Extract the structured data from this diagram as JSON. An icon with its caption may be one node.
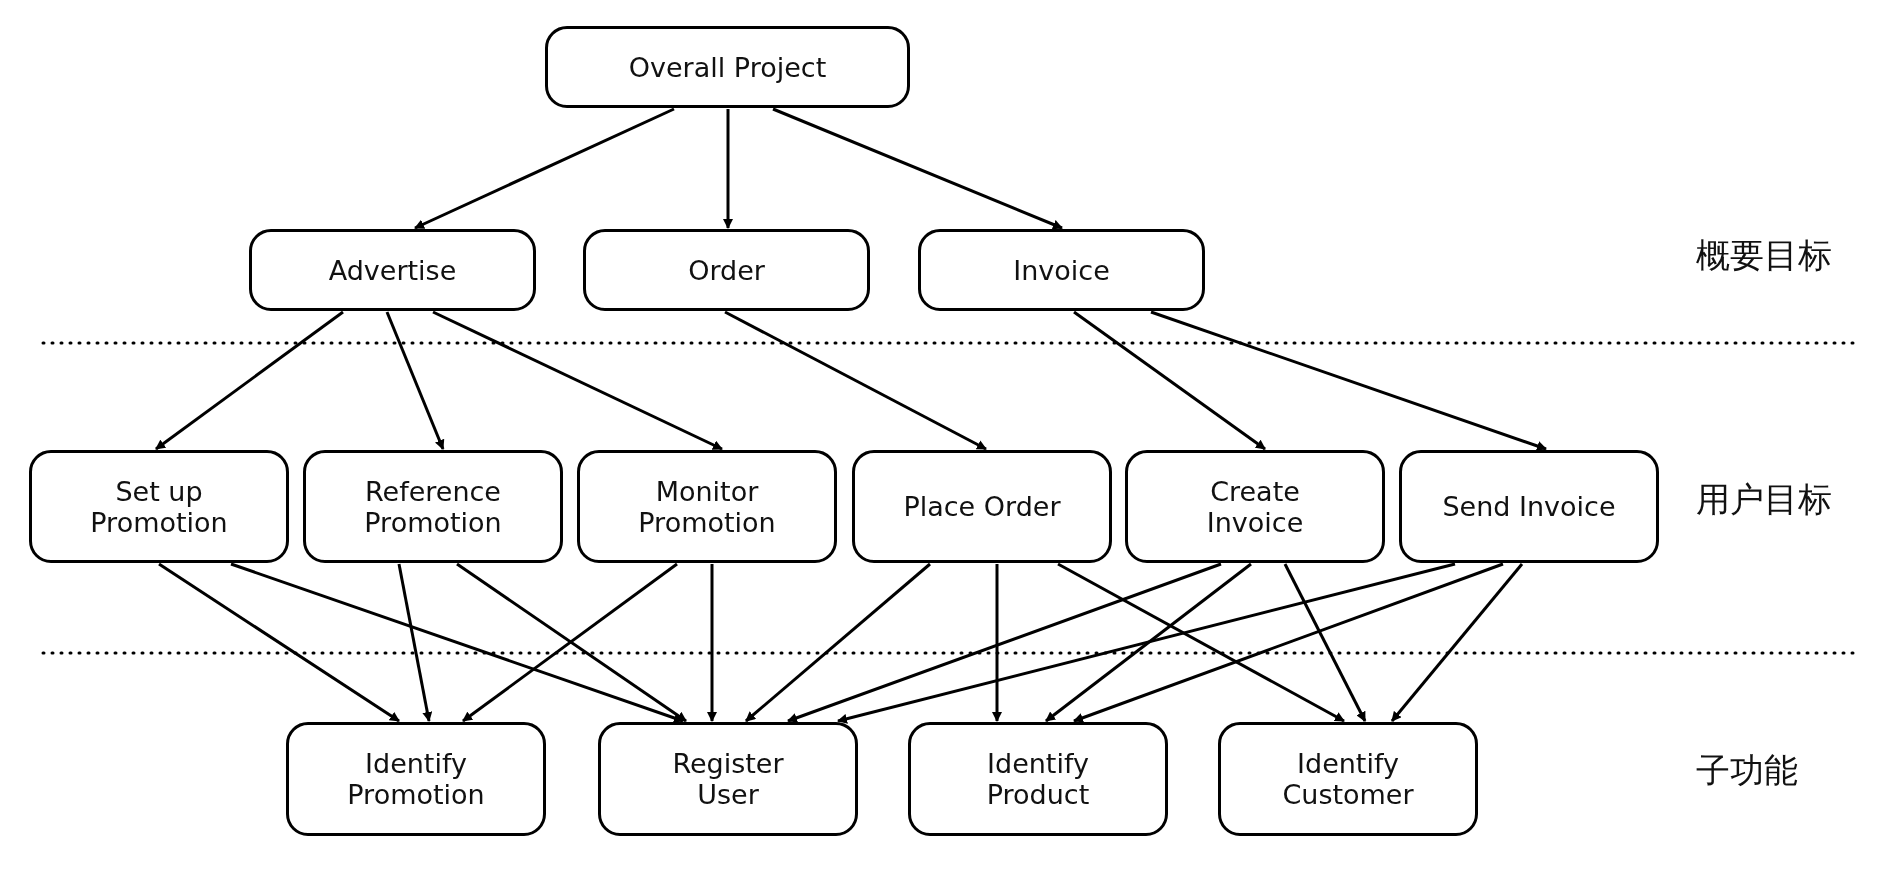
{
  "diagram": {
    "nodes": [
      {
        "text": [
          "Overall Project"
        ]
      },
      {
        "text": [
          "Advertise"
        ]
      },
      {
        "text": [
          "Order"
        ]
      },
      {
        "text": [
          "Invoice"
        ]
      },
      {
        "text": [
          "Set up Promotion"
        ]
      },
      {
        "text": [
          "Reference Promotion"
        ]
      },
      {
        "text": [
          "Monitor Promotion"
        ]
      },
      {
        "text": [
          "Place Order"
        ]
      },
      {
        "text": [
          "Create Invoice"
        ]
      },
      {
        "text": [
          "Send Invoice"
        ]
      },
      {
        "text": [
          "Identify Promotion"
        ]
      },
      {
        "text": [
          "Register User"
        ]
      },
      {
        "text": [
          "Identify Product"
        ]
      },
      {
        "text": [
          "Identify Customer"
        ]
      }
    ],
    "edges": [
      {
        "from": 0,
        "to": 1,
        "arrow": "to"
      },
      {
        "from": 0,
        "to": 2,
        "arrow": "to"
      },
      {
        "from": 0,
        "to": 3,
        "arrow": "to"
      },
      {
        "from": 1,
        "to": 4,
        "arrow": "to"
      },
      {
        "from": 1,
        "to": 5,
        "arrow": "to"
      },
      {
        "from": 1,
        "to": 6,
        "arrow": "to"
      },
      {
        "from": 2,
        "to": 7,
        "arrow": "to"
      },
      {
        "from": 3,
        "to": 8,
        "arrow": "to"
      },
      {
        "from": 3,
        "to": 9,
        "arrow": "to"
      },
      {
        "from": 4,
        "to": 10,
        "arrow": "to"
      },
      {
        "from": 4,
        "to": 11,
        "arrow": "to"
      },
      {
        "from": 5,
        "to": 10,
        "arrow": "to"
      },
      {
        "from": 5,
        "to": 11,
        "arrow": "to"
      },
      {
        "from": 6,
        "to": 10,
        "arrow": "to"
      },
      {
        "from": 6,
        "to": 11,
        "arrow": "to"
      },
      {
        "from": 7,
        "to": 11,
        "arrow": "to"
      },
      {
        "from": 7,
        "to": 12,
        "arrow": "to"
      },
      {
        "from": 7,
        "to": 13,
        "arrow": "to"
      },
      {
        "from": 8,
        "to": 11,
        "arrow": "to"
      },
      {
        "from": 8,
        "to": 12,
        "arrow": "to"
      },
      {
        "from": 8,
        "to": 13,
        "arrow": "to"
      },
      {
        "from": 9,
        "to": 11,
        "arrow": "to"
      },
      {
        "from": 9,
        "to": 12,
        "arrow": "to"
      },
      {
        "from": 9,
        "to": 13,
        "arrow": "to"
      }
    ],
    "labels": [
      "概要目标",
      "用户目标",
      "子功能"
    ]
  }
}
